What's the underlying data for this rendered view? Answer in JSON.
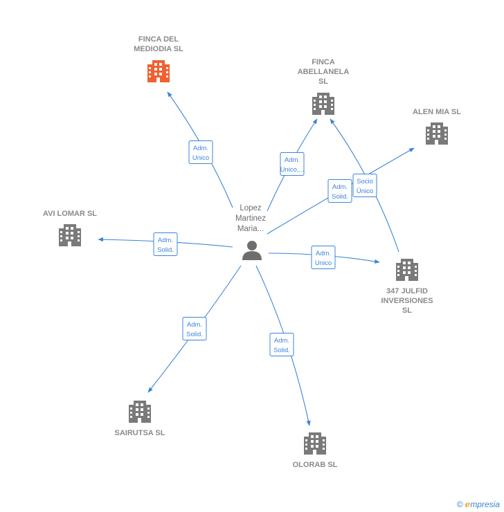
{
  "center": {
    "label_lines": [
      "Lopez",
      "Martinez",
      "Maria..."
    ],
    "icon": "person-icon"
  },
  "companies": [
    {
      "id": "finca-del-mediodia",
      "lines": [
        "FINCA DEL",
        "MEDIODIA  SL"
      ],
      "highlight": true,
      "icon": "building-icon",
      "color": "#f06030"
    },
    {
      "id": "finca-abellanela",
      "lines": [
        "FINCA",
        "ABELLANELA",
        "SL"
      ],
      "highlight": false,
      "icon": "building-icon",
      "color": "#7a7a7a"
    },
    {
      "id": "alen-mia",
      "lines": [
        "ALEN MIA  SL"
      ],
      "highlight": false,
      "icon": "building-icon",
      "color": "#7a7a7a"
    },
    {
      "id": "avi-lomar",
      "lines": [
        "AVI LOMAR  SL"
      ],
      "highlight": false,
      "icon": "building-icon",
      "color": "#7a7a7a"
    },
    {
      "id": "347-julfid",
      "lines": [
        "347 JULFID",
        "INVERSIONES",
        "SL"
      ],
      "highlight": false,
      "icon": "building-icon",
      "color": "#7a7a7a"
    },
    {
      "id": "sairutsa",
      "lines": [
        "SAIRUTSA  SL"
      ],
      "highlight": false,
      "icon": "building-icon",
      "color": "#7a7a7a"
    },
    {
      "id": "olorab",
      "lines": [
        "OLORAB  SL"
      ],
      "highlight": false,
      "icon": "building-icon",
      "color": "#7a7a7a"
    }
  ],
  "relations": [
    {
      "to": "finca-del-mediodia",
      "lines": [
        "Adm.",
        "Unico"
      ]
    },
    {
      "to": "finca-abellanela",
      "lines": [
        "Adm.",
        "Unico,..."
      ]
    },
    {
      "to": "alen-mia",
      "lines": [
        "Adm.",
        "Solid."
      ]
    },
    {
      "to": "avi-lomar",
      "lines": [
        "Adm.",
        "Solid."
      ]
    },
    {
      "to": "347-julfid",
      "lines": [
        "Adm.",
        "Unico"
      ]
    },
    {
      "to": "sairutsa",
      "lines": [
        "Adm.",
        "Solid."
      ]
    },
    {
      "to": "olorab",
      "lines": [
        "Adm.",
        "Solid."
      ]
    },
    {
      "from": "347-julfid",
      "to": "finca-abellanela",
      "lines": [
        "Socio",
        "Único"
      ]
    }
  ],
  "brand": {
    "copyright": "©",
    "e": "e",
    "rest": "mpresia"
  },
  "colors": {
    "edge": "#3a84d8",
    "node": "#7a7a7a",
    "highlight": "#f06030"
  }
}
